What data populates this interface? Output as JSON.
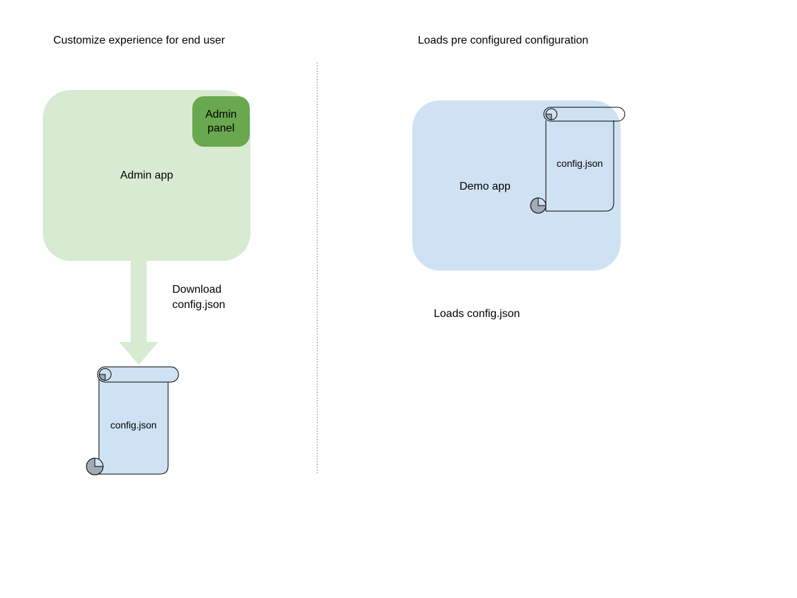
{
  "left": {
    "title": "Customize experience for end user",
    "app_label": "Admin app",
    "panel_lines": [
      "Admin",
      "panel"
    ],
    "arrow_lines": [
      "Download",
      "config.json"
    ],
    "file_label": "config.json"
  },
  "right": {
    "title": "Loads pre configured configuration",
    "app_label": "Demo app",
    "file_label": "config.json",
    "caption": "Loads config.json"
  },
  "colors": {
    "admin_box_fill": "#d9ead3",
    "admin_panel_fill": "#6aa84f",
    "demo_box_fill": "#cfe2f3",
    "scroll_fill": "#cfe2f3",
    "scroll_curl_gray": "#a3abb5",
    "arrow_fill": "#d9ead3",
    "outline": "#000000",
    "divider_gray": "#999999",
    "text": "#000000"
  }
}
